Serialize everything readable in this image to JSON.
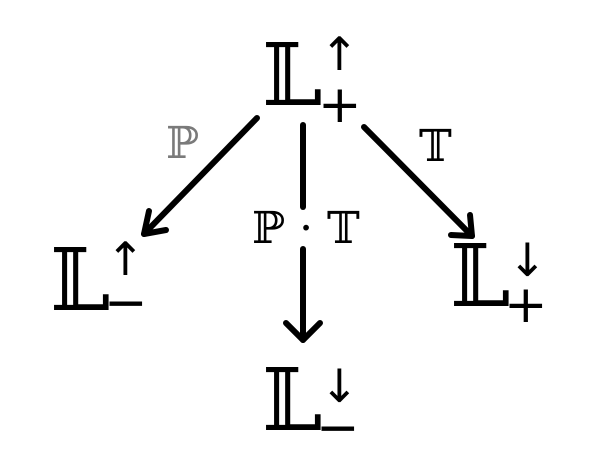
{
  "nodes": {
    "top": {
      "base": "𝕃",
      "sup": "↑",
      "sub": "+"
    },
    "left": {
      "base": "𝕃",
      "sup": "↑",
      "sub": "−"
    },
    "right": {
      "base": "𝕃",
      "sup": "↓",
      "sub": "+"
    },
    "bottom": {
      "base": "𝕃",
      "sup": "↓",
      "sub": "−"
    }
  },
  "edges": {
    "left": {
      "label": "ℙ"
    },
    "middle": {
      "label": "ℙ · 𝕋"
    },
    "right": {
      "label": "𝕋"
    }
  },
  "colors": {
    "ink": "#000000",
    "faint_label": "#7a7a7a",
    "background": "#ffffff"
  }
}
